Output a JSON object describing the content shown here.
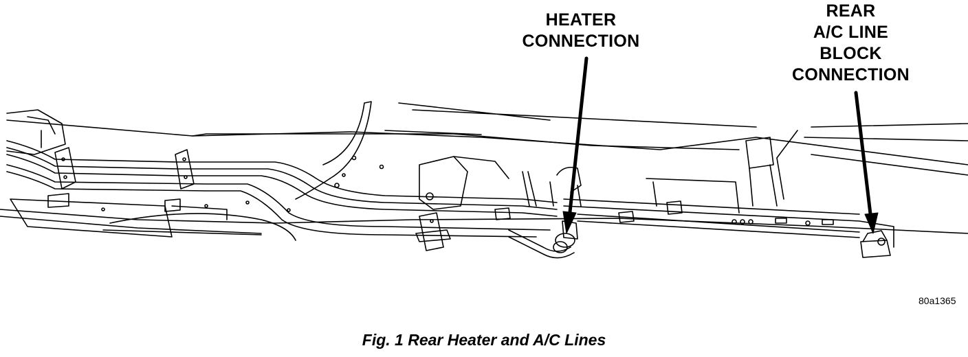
{
  "callouts": {
    "heater": {
      "lines": [
        "HEATER",
        "CONNECTION"
      ]
    },
    "rear_ac": {
      "lines": [
        "REAR",
        "A/C LINE",
        "BLOCK",
        "CONNECTION"
      ]
    }
  },
  "figure_code": "80a1365",
  "caption": "Fig. 1 Rear Heater and A/C Lines"
}
